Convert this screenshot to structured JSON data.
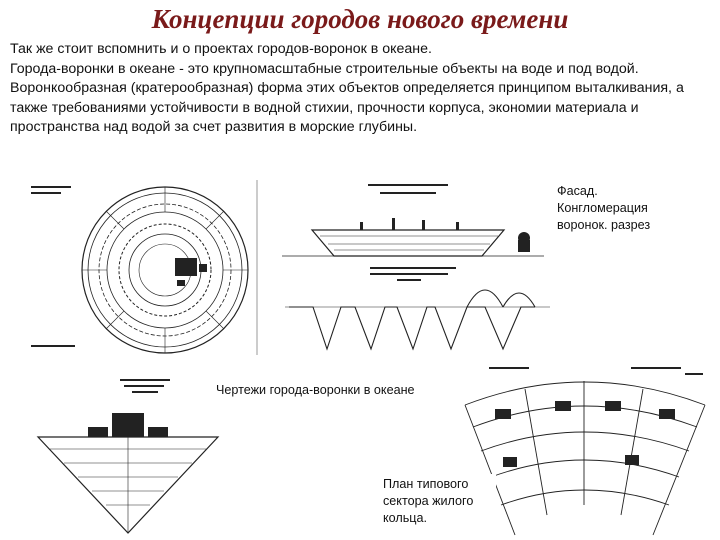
{
  "slide": {
    "title": "Концепции городов нового времени",
    "paragraph": [
      "Так же стоит вспомнить и о проектах городов-воронок в океане.",
      "Города-воронки в океане - это крупномасштабные строительные объекты на воде и под водой. Воронкообразная (кратерообразная) форма этих объектов определяется принципом выталкивания, а также требованиями устойчивости в водной стихии, прочности корпуса, экономии материала и пространства над водой за счет развития в морские глубины."
    ]
  },
  "captions": {
    "facade": [
      "Фасад.",
      "Конгломерация",
      "воронок. разрез"
    ],
    "drawings": "Чертежи города-воронки в океане",
    "sector_plan": [
      "План типового",
      "сектора жилого",
      "кольца."
    ]
  }
}
